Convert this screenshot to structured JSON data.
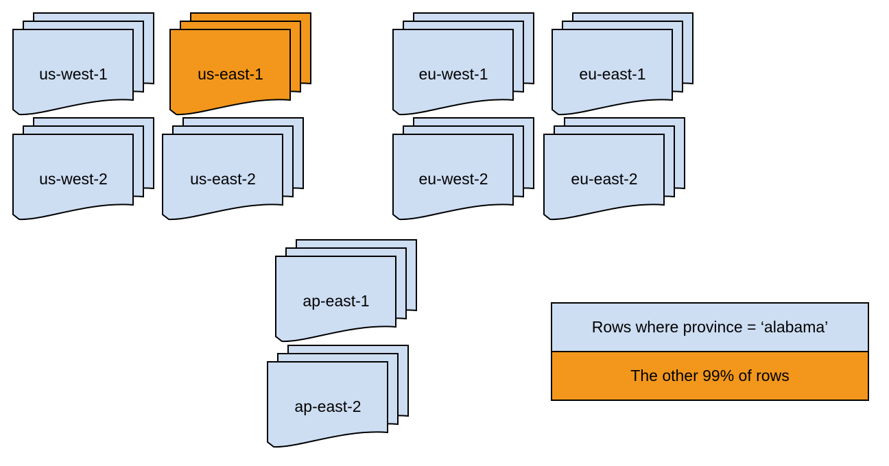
{
  "diagram": {
    "description": "Sharded database regions as stacked document shapes",
    "layers_per_stack": 3,
    "regions": [
      {
        "label": "us-west-1",
        "highlight": false
      },
      {
        "label": "us-east-1",
        "highlight": true
      },
      {
        "label": "eu-west-1",
        "highlight": false
      },
      {
        "label": "eu-east-1",
        "highlight": false
      },
      {
        "label": "us-west-2",
        "highlight": false
      },
      {
        "label": "us-east-2",
        "highlight": false
      },
      {
        "label": "eu-west-2",
        "highlight": false
      },
      {
        "label": "eu-east-2",
        "highlight": false
      },
      {
        "label": "ap-east-1",
        "highlight": false
      },
      {
        "label": "ap-east-2",
        "highlight": false
      }
    ],
    "legend": {
      "rows": [
        {
          "label": "Rows where province = ‘alabama’",
          "color": "#CDDDF2"
        },
        {
          "label": "The other 99% of rows",
          "color": "#F2971C"
        }
      ]
    },
    "colors": {
      "document_fill": "#CDDDF2",
      "highlight_fill": "#F2971C",
      "stroke": "#000000",
      "background": "#FFFFFF"
    }
  }
}
